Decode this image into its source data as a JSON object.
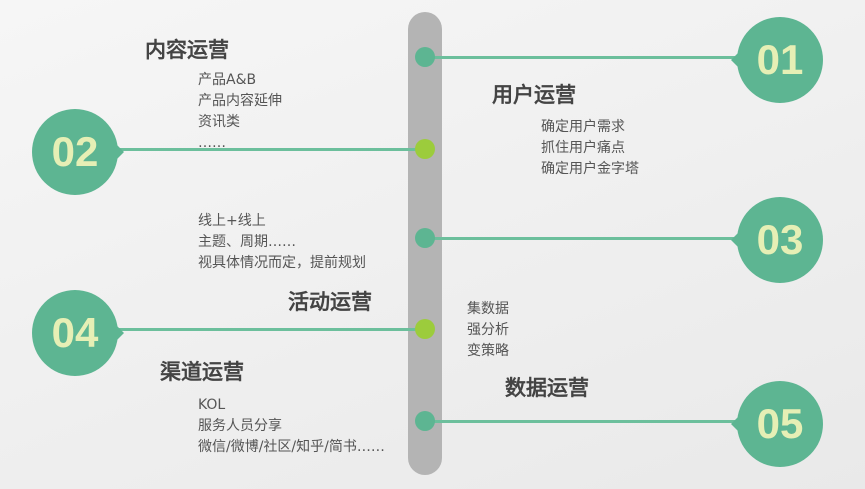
{
  "colors": {
    "accent": "#5db592",
    "lime": "#9ccc3c",
    "bar": "#b4b4b4",
    "number": "#e6efb5"
  },
  "sections": [
    {
      "number": "01",
      "title": "用户运营",
      "items": [
        "确定用户需求",
        "抓住用户痛点",
        "确定用户金字塔"
      ]
    },
    {
      "number": "02",
      "title": "内容运营",
      "items": [
        "产品A&B",
        "产品内容延伸",
        "资讯类",
        "……"
      ]
    },
    {
      "number": "03",
      "title": "活动运营",
      "items": [
        "线上+线上",
        "主题、周期……",
        "视具体情况而定，提前规划"
      ]
    },
    {
      "number": "04",
      "title": "渠道运营",
      "items": [
        "KOL",
        "服务人员分享",
        "微信/微博/社区/知乎/简书……"
      ]
    },
    {
      "number": "05",
      "title": "数据运营",
      "items": [
        "集数据",
        "强分析",
        "变策略"
      ]
    }
  ]
}
